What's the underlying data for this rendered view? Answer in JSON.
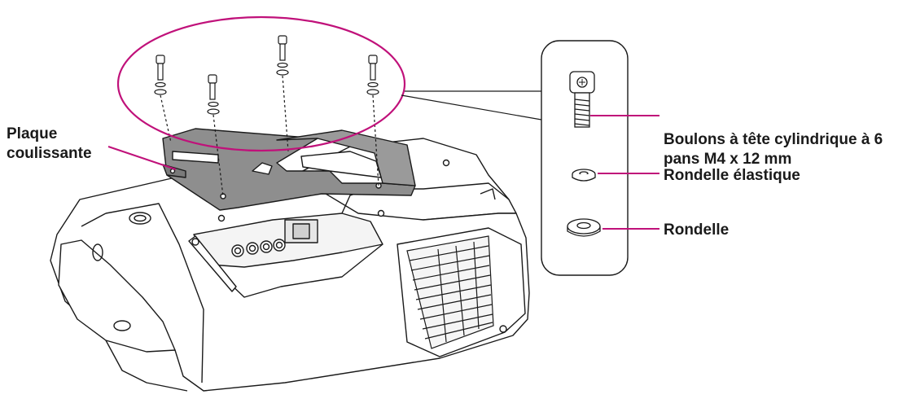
{
  "labels": {
    "plaque_line1": "Plaque",
    "plaque_line2": "coulissante",
    "boulons_line1": "Boulons à tête cylindrique à 6",
    "boulons_line2": "pans M4 x 12 mm",
    "rondelle_elastique": "Rondelle élastique",
    "rondelle": "Rondelle"
  },
  "colors": {
    "callout_line": "#c0117a",
    "outline": "#1a1a1a",
    "plate_fill": "#8e8e8e",
    "body_fill": "#ffffff"
  }
}
